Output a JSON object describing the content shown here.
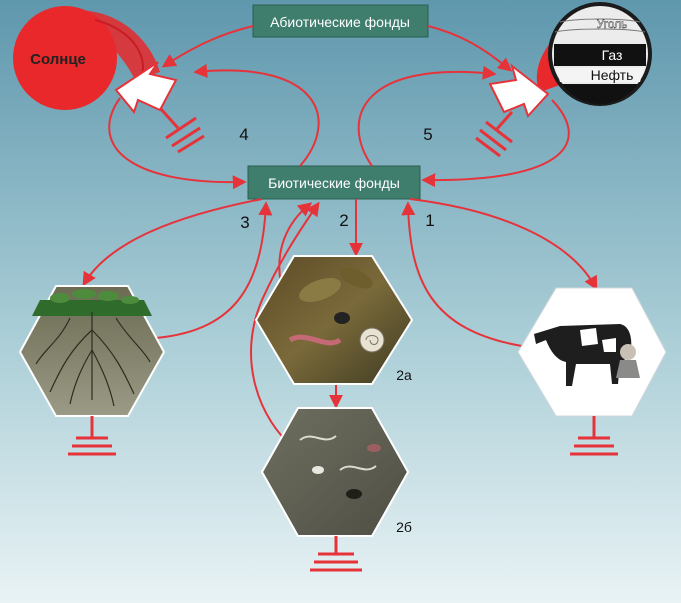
{
  "funds": {
    "abiotic": "Абиотические фонды",
    "biotic": "Биотические фонды"
  },
  "sun": {
    "label": "Солнце"
  },
  "fossil": {
    "coal": "Уголь",
    "gas": "Газ",
    "oil": "Нефть"
  },
  "pathways": {
    "p1": "1",
    "p2": "2",
    "p3": "3",
    "p4": "4",
    "p5": "5"
  },
  "panels": {
    "decomposers_a": "2а",
    "decomposers_b": "2б"
  },
  "colors": {
    "background_top": "#5f97ad",
    "background_bottom": "#e9f3f5",
    "fund_box": "#3f7d6c",
    "arrow_red": "#e6333a",
    "sun": "#e8282a"
  },
  "icons": {
    "heat_sink": "ground-dissipation-icon",
    "sun": "sun-icon",
    "fossil": "fossil-fuel-icon"
  }
}
